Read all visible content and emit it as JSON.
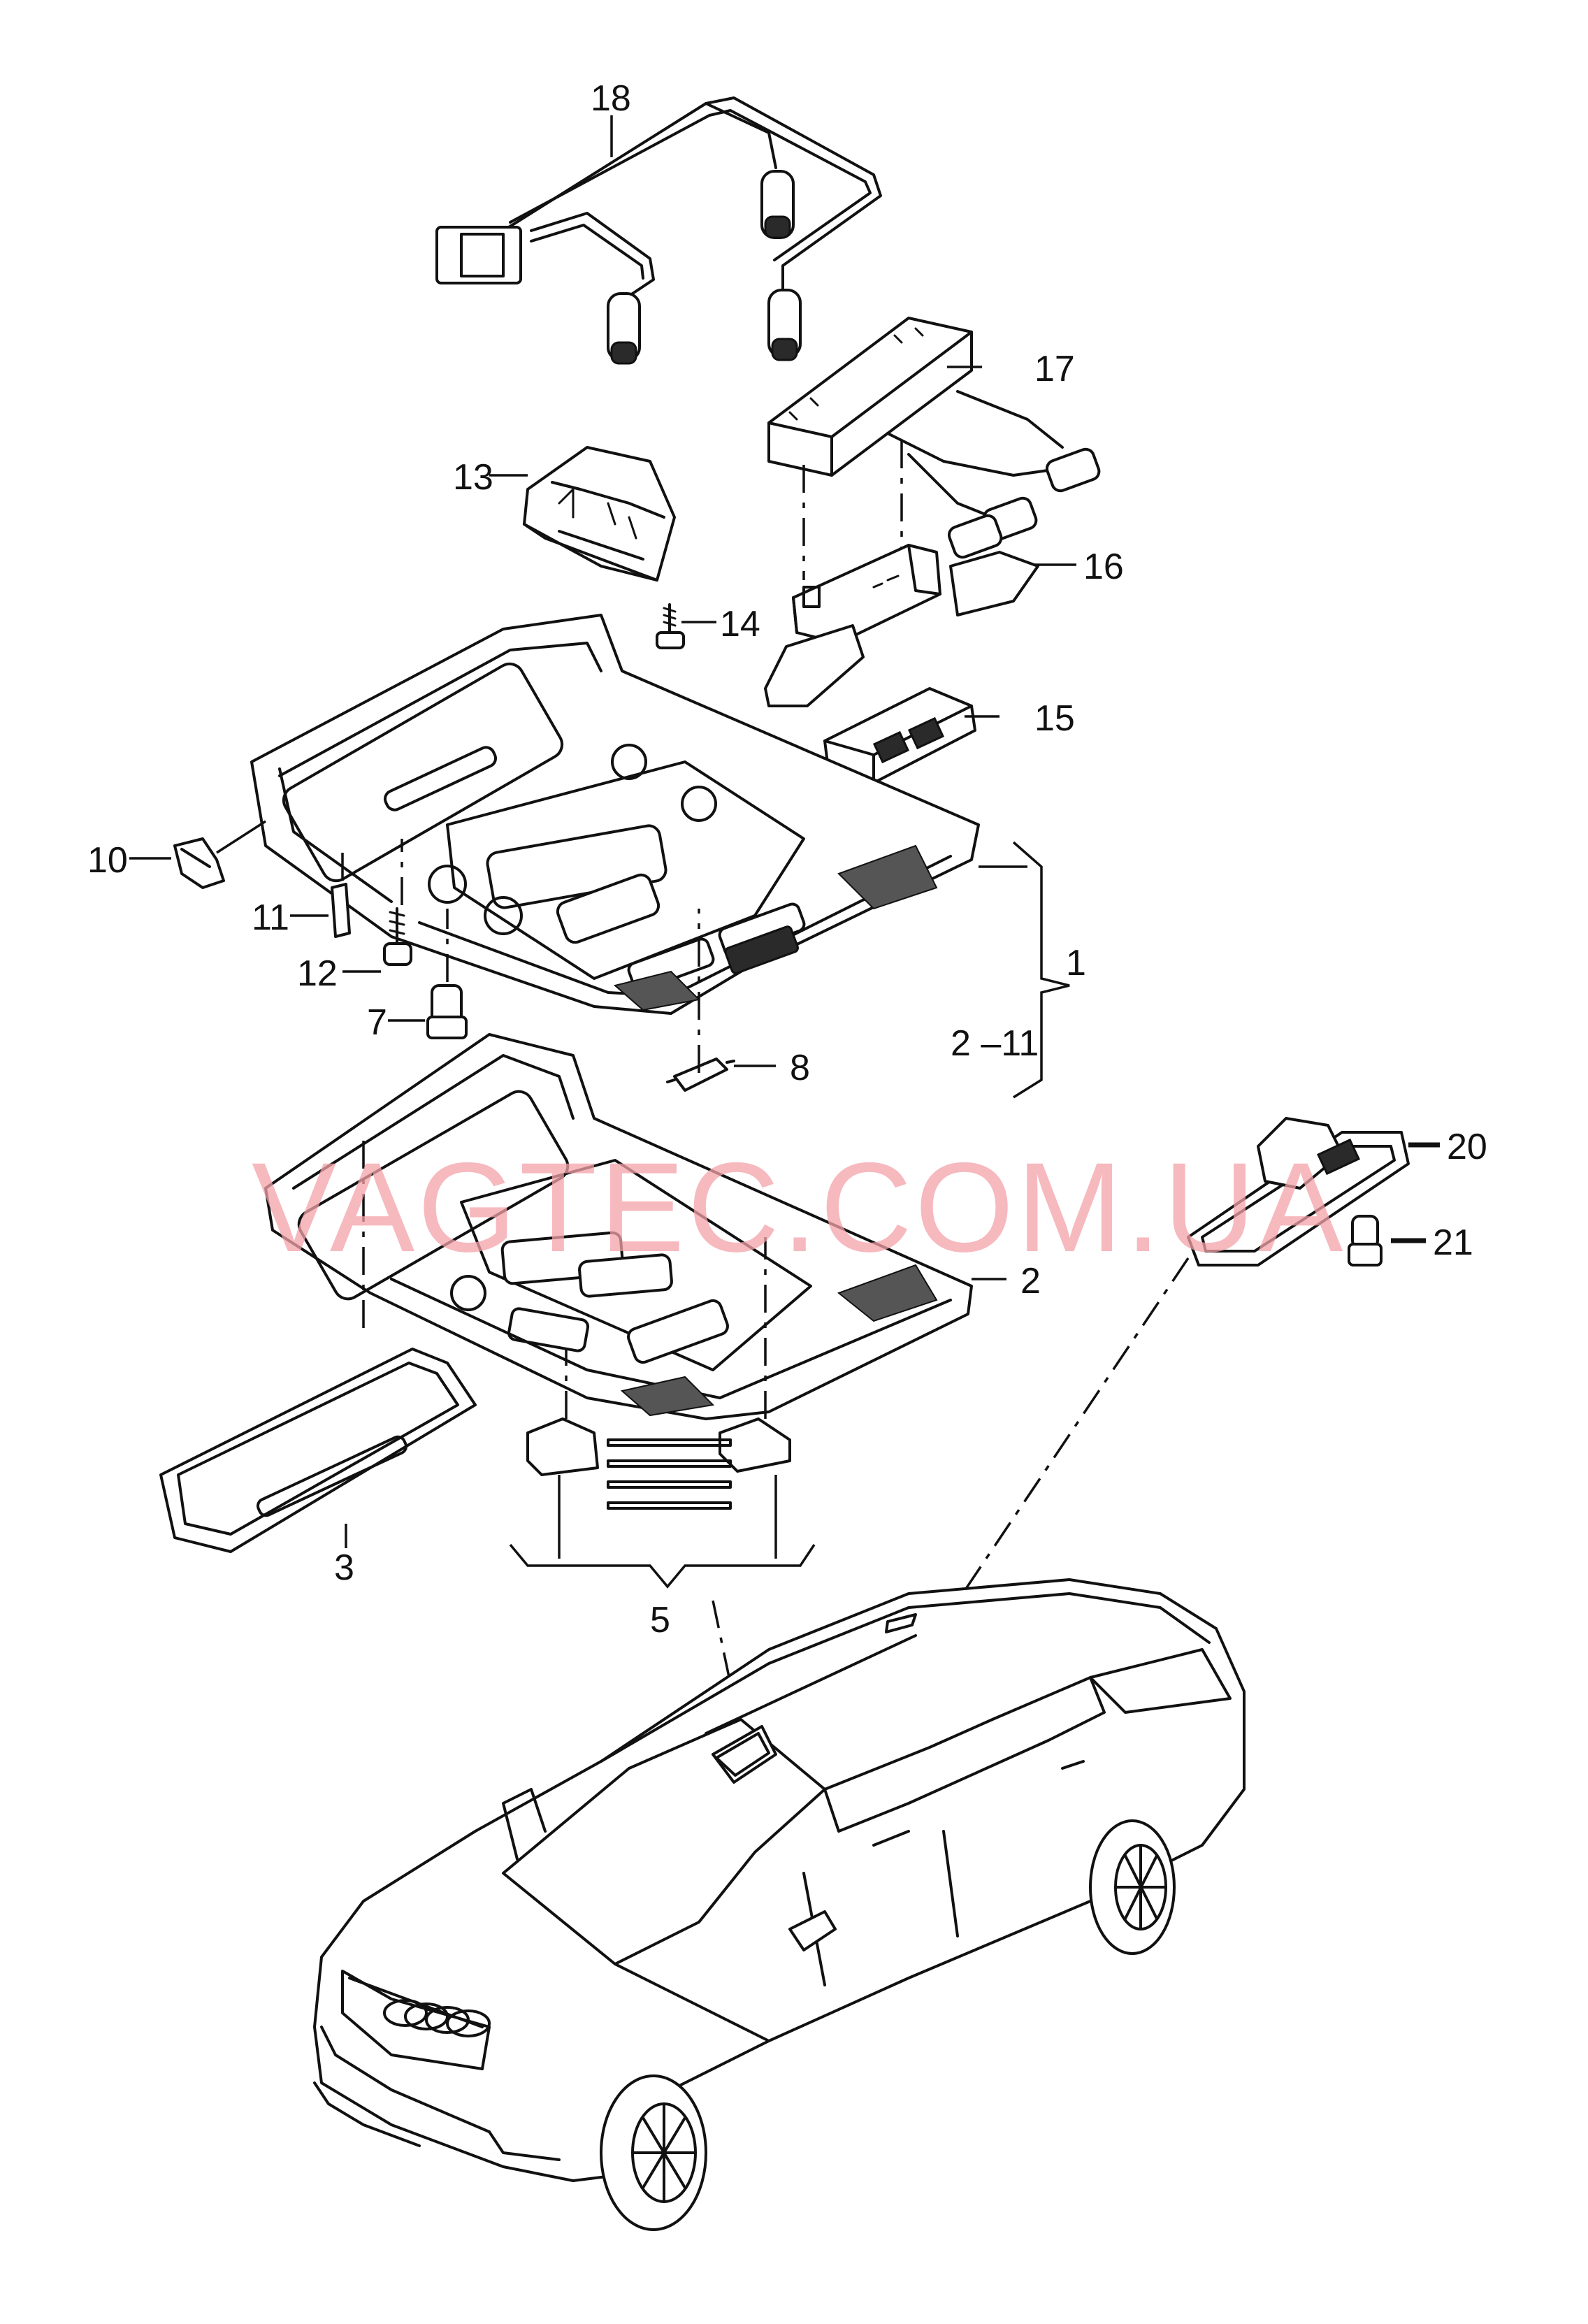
{
  "watermark": "VAGTEC.COM.UA",
  "callouts": {
    "c1": "1",
    "c2": "2",
    "c2_11": "2 –11",
    "c3": "3",
    "c5": "5",
    "c7": "7",
    "c8": "8",
    "c10": "10",
    "c11": "11",
    "c12": "12",
    "c13": "13",
    "c14": "14",
    "c15": "15",
    "c16": "16",
    "c17": "17",
    "c18": "18",
    "c20": "20",
    "c21": "21"
  }
}
